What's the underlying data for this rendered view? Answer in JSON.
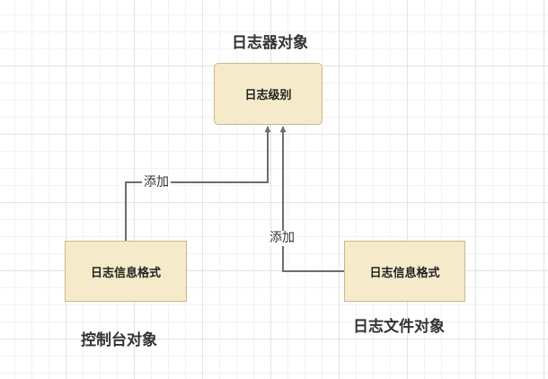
{
  "diagram": {
    "groups": {
      "logger": {
        "title": "日志器对象",
        "node_label": "日志级别"
      },
      "console": {
        "title": "控制台对象",
        "node_label": "日志信息格式"
      },
      "file": {
        "title": "日志文件对象",
        "node_label": "日志信息格式"
      }
    },
    "edges": [
      {
        "from": "console",
        "to": "logger",
        "label": "添加"
      },
      {
        "from": "file",
        "to": "logger",
        "label": "添加"
      }
    ],
    "colors": {
      "node_fill": "#f5ebca",
      "node_border": "#c8b88b",
      "edge": "#66706c",
      "grid": "#e3e3e3"
    }
  }
}
